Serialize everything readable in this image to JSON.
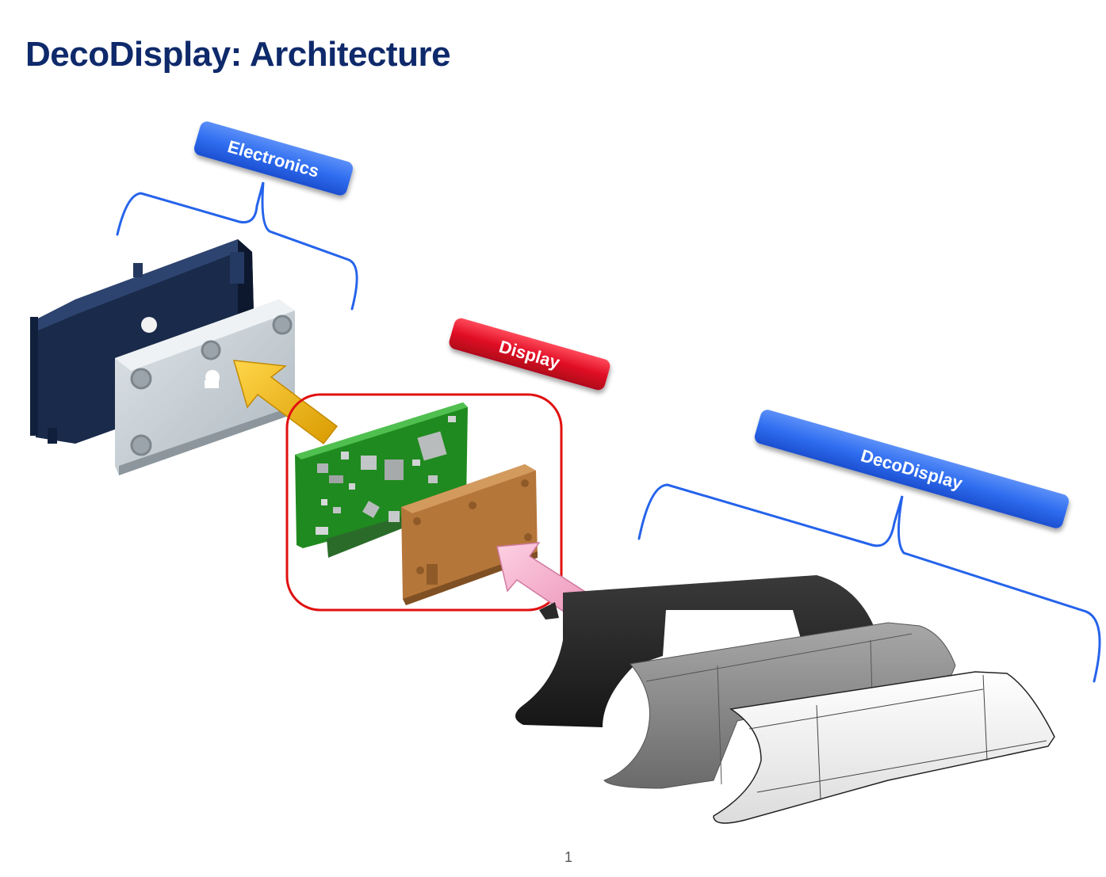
{
  "title": "DecoDisplay: Architecture",
  "labels": {
    "electronics": "Electronics",
    "display": "Display",
    "decodisplay": "DecoDisplay"
  },
  "page_number": "1",
  "colors": {
    "title": "#0f2a6b",
    "blue_label": "#2f6df0",
    "red_label": "#e00d25",
    "brace": "#2563eb",
    "highlight_box": "#e01010",
    "yellow_arrow": "#f0b400",
    "pink_arrow": "#f3a3c2",
    "pcb": "#1f8a1f",
    "brown_plate": "#b5763a",
    "navy_housing": "#1a2a4a",
    "grey_plate": "#c9d1d6"
  }
}
